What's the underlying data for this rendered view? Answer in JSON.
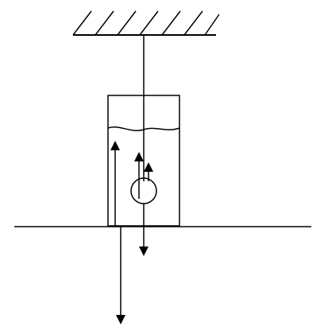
{
  "diagram": {
    "stroke_color": "#000000",
    "background": "#ffffff",
    "elements": {
      "ceiling": "hatched-ceiling",
      "string": "hanging-string",
      "container": "water-container",
      "liquid": "liquid-surface",
      "ball": "submerged-ball",
      "table": "table-surface",
      "forces": [
        "upward-force-arrow",
        "downward-force-arrow-long",
        "upward-force-arrow-on-ball",
        "upward-force-arrow-small",
        "downward-force-arrow-from-ball"
      ]
    }
  }
}
